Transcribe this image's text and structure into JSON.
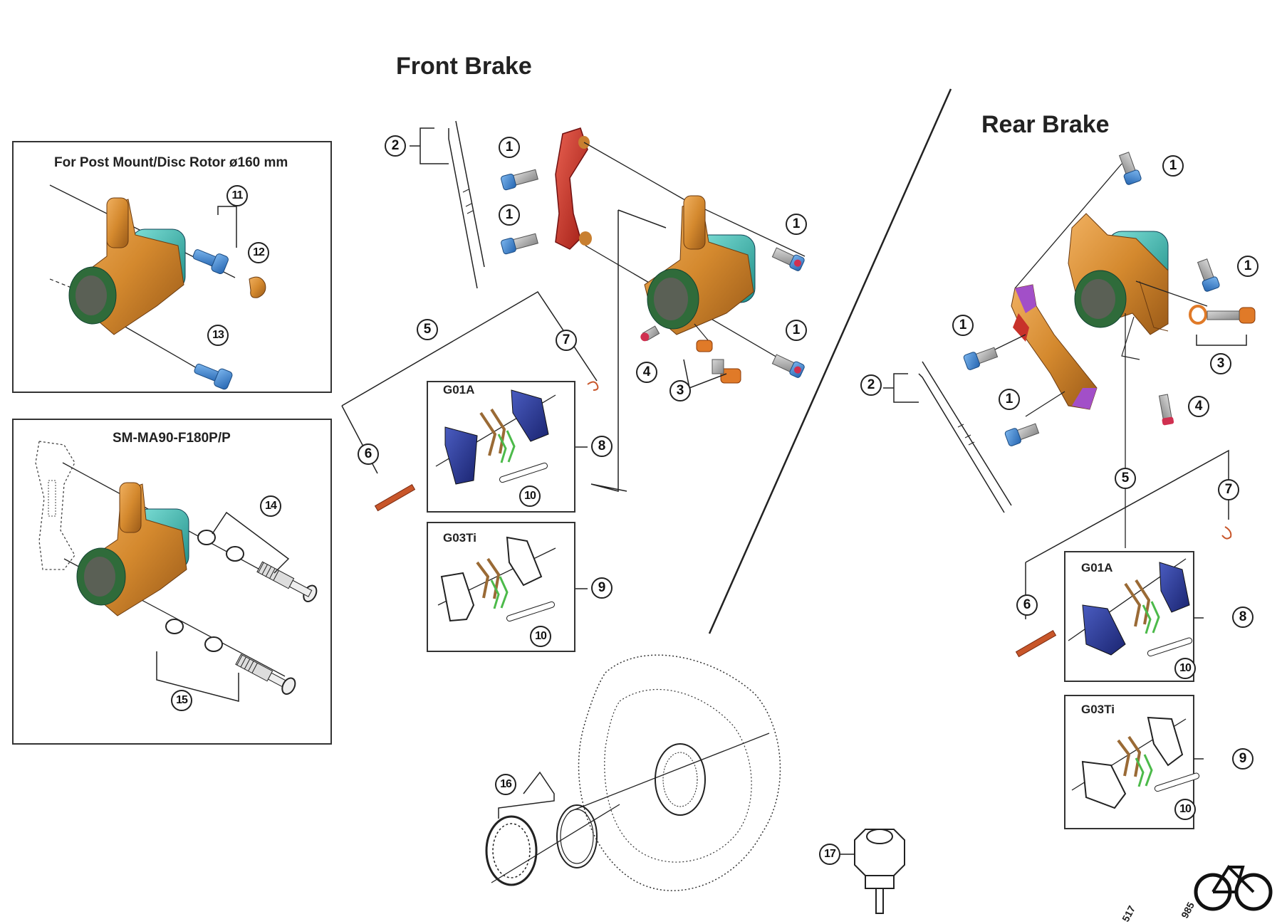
{
  "headings": {
    "front": "Front Brake",
    "rear": "Rear Brake"
  },
  "boxes": {
    "post_mount_title": "For Post Mount/Disc Rotor ø160 mm",
    "adapter_title": "SM-MA90-F180P/P"
  },
  "pad_boxes": {
    "front_g01a": "G01A",
    "front_g03ti": "G03Ti",
    "rear_g01a": "G01A",
    "rear_g03ti": "G03Ti"
  },
  "callouts": {
    "n1": "1",
    "n2": "2",
    "n3": "3",
    "n4": "4",
    "n5": "5",
    "n6": "6",
    "n7": "7",
    "n8": "8",
    "n9": "9",
    "n10": "10",
    "n11": "11",
    "n12": "12",
    "n13": "13",
    "n14": "14",
    "n15": "15",
    "n16": "16",
    "n17": "17"
  },
  "codes": {
    "left": "517",
    "right": "985"
  },
  "logo": {
    "icon": "bicycle-icon"
  },
  "colors": {
    "caliper_orange": "#d4892e",
    "pad_teal": "#3cc0b8",
    "piston_green": "#2f6b3a",
    "bolt_blue": "#3a84d0",
    "adapter_red": "#c8322a",
    "pad_blue": "#26368e",
    "spring_brown": "#9a6a35",
    "spring_green": "#4cba4a",
    "purple": "#a24fc8",
    "line": "#222222"
  }
}
